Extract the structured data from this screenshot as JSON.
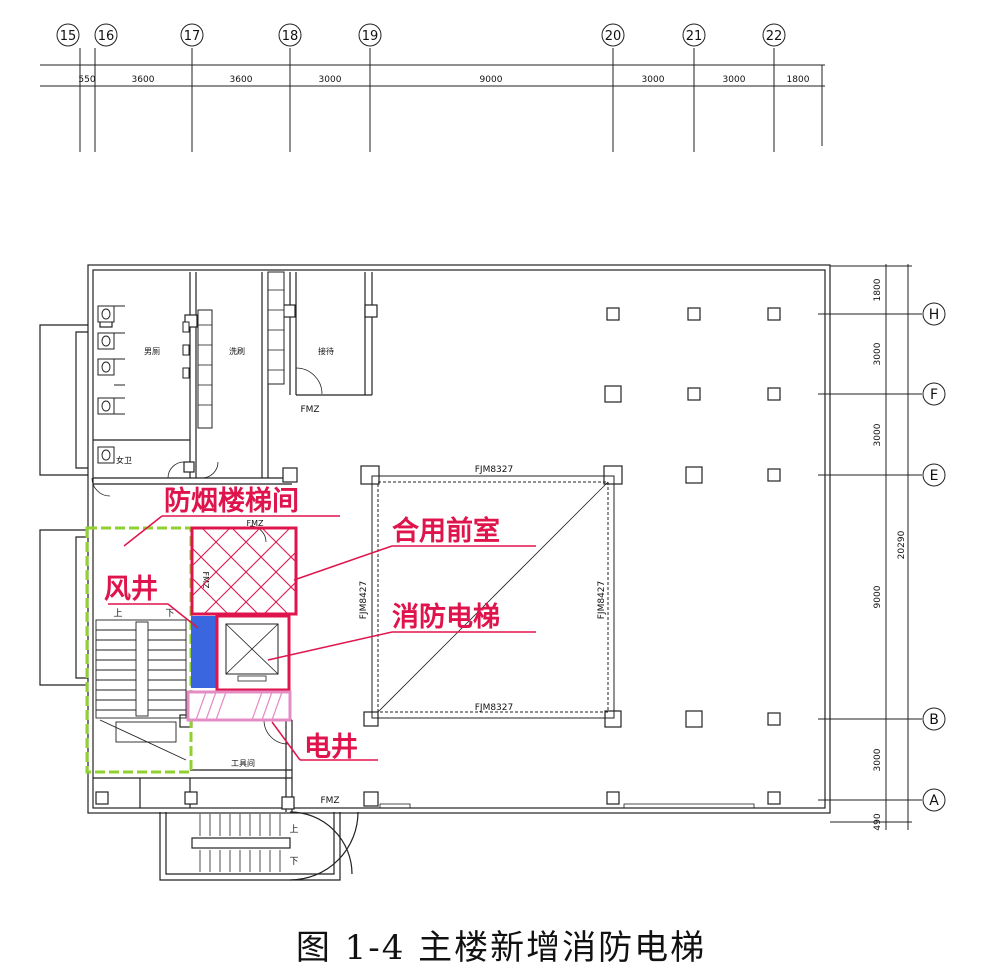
{
  "grid": {
    "top_axes": [
      "15",
      "16",
      "17",
      "18",
      "19",
      "20",
      "21",
      "22"
    ],
    "top_dims": [
      "550",
      "3600",
      "3600",
      "3000",
      "9000",
      "3000",
      "3000",
      "1800"
    ],
    "right_axes": [
      "H",
      "F",
      "E",
      "B",
      "A"
    ],
    "right_dims": [
      "1800",
      "3000",
      "3000",
      "9000",
      "3000",
      "490"
    ],
    "total_dim": "20290"
  },
  "rooms": {
    "mens_wc": "男厕",
    "washroom": "洗刷",
    "reception": "接待",
    "womens_wc": "女卫",
    "tool_room": "工具间",
    "elec_small": "电井"
  },
  "stairs": {
    "up": "上",
    "down": "下"
  },
  "doors": {
    "fmy_1": "FMZ",
    "fmy_2": "FMZ",
    "fmy_3": "FMZ",
    "fmy_4": "FMZ",
    "fjm_top": "FJM8327",
    "fjm_bottom": "FJM8327",
    "fjm_left": "FJM8427",
    "fjm_right": "FJM8427"
  },
  "callouts": {
    "smoke_stair": "防烟楼梯间",
    "shared_anteroom": "合用前室",
    "fire_elevator": "消防电梯",
    "air_shaft": "风井",
    "electric_shaft": "电井"
  },
  "colors": {
    "callout_red": "#e0144c",
    "stair_outline_green": "#8fd12e",
    "air_shaft_blue": "#3a66e0",
    "electric_shaft_pink": "#e48cc4"
  },
  "caption": "图 1-4   主楼新增消防电梯"
}
